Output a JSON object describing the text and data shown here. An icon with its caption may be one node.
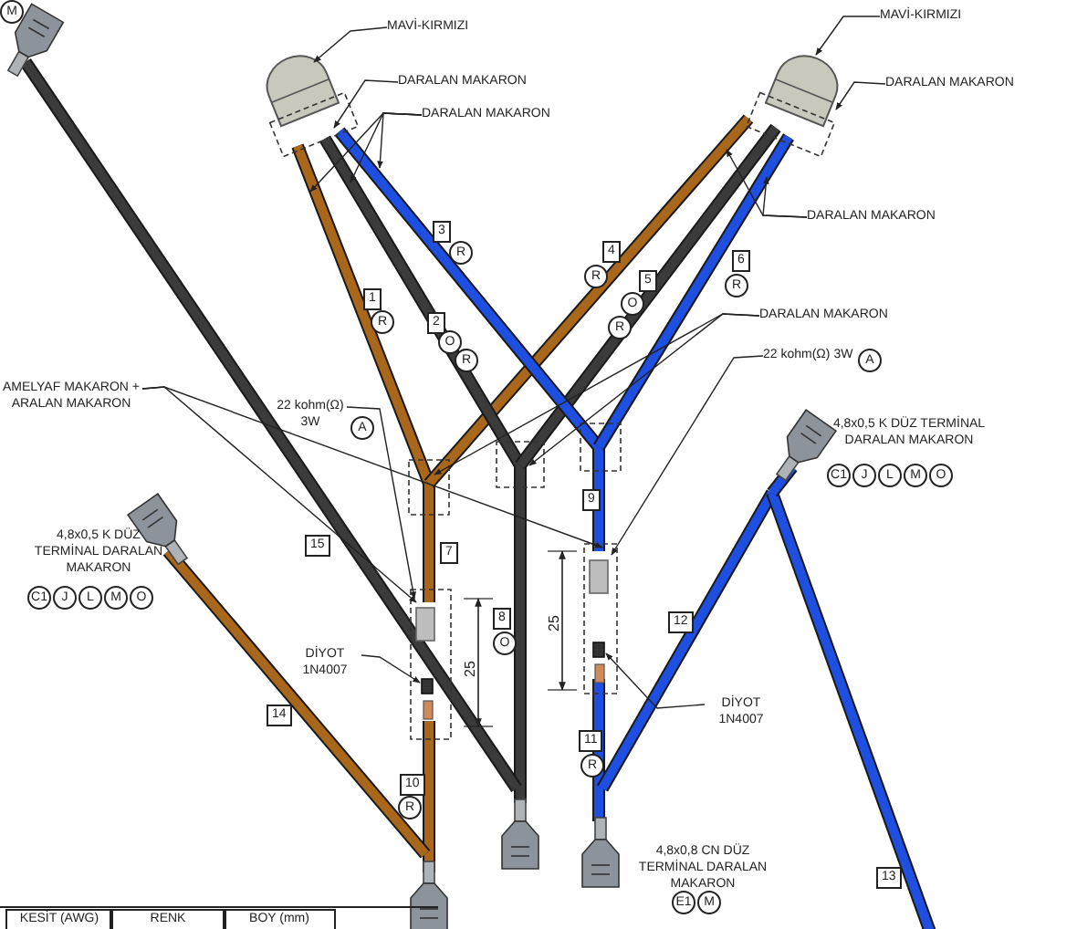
{
  "diagram": {
    "nodes": [
      {
        "text": [
          "MAVİ-KIRMIZI"
        ]
      },
      {
        "text": [
          "DARALAN MAKARON"
        ]
      },
      {
        "text": [
          "DARALAN MAKARON"
        ]
      },
      {
        "text": [
          "MAVİ-KIRMIZI"
        ]
      },
      {
        "text": [
          "DARALAN MAKARON"
        ]
      },
      {
        "text": [
          "DARALAN MAKARON"
        ]
      },
      {
        "text": [
          "DARALAN MAKARON"
        ]
      },
      {
        "text": [
          "22 kohm(Ω) 3W"
        ]
      },
      {
        "text": [
          "AMELYAF MAKARON + ARALAN MAKARON"
        ]
      },
      {
        "text": [
          "22 kohm(Ω) 3W"
        ]
      },
      {
        "text": [
          "DİYOT 1N4007"
        ]
      },
      {
        "text": [
          "DİYOT 1N4007"
        ]
      }
    ],
    "edges": [
      {
        "from": 0,
        "to": null,
        "arrow": "to"
      },
      {
        "from": 1,
        "to": null,
        "arrow": "to"
      },
      {
        "from": 2,
        "to": null,
        "arrow": "to"
      },
      {
        "from": 2,
        "to": null,
        "arrow": "to"
      },
      {
        "from": 2,
        "to": null,
        "arrow": "to"
      },
      {
        "from": 3,
        "to": null,
        "arrow": "to"
      },
      {
        "from": 4,
        "to": null,
        "arrow": "to"
      },
      {
        "from": 5,
        "to": null,
        "arrow": "to"
      },
      {
        "from": 5,
        "to": null,
        "arrow": "to"
      },
      {
        "from": 6,
        "to": null,
        "arrow": "to"
      },
      {
        "from": 6,
        "to": null,
        "arrow": "to"
      },
      {
        "from": 7,
        "to": null,
        "arrow": "to"
      },
      {
        "from": 8,
        "to": null,
        "arrow": "to"
      },
      {
        "from": 8,
        "to": null,
        "arrow": "to"
      },
      {
        "from": 9,
        "to": null,
        "arrow": "to"
      },
      {
        "from": 10,
        "to": null,
        "arrow": "to"
      },
      {
        "from": 11,
        "to": null,
        "arrow": "to"
      }
    ],
    "labels": [
      "M",
      "3",
      "R",
      "4",
      "6",
      "R",
      "5",
      "R",
      "1",
      "O",
      "R",
      "2",
      "R",
      "O",
      "R",
      "A",
      "A",
      "4,8x0,5 K DÜZ TERMİNAL DARALAN MAKARON",
      "C1",
      "J",
      "L",
      "M",
      "O",
      "9",
      "4,8x0,5 K DÜZ TERMİNAL DARALAN MAKARON",
      "15",
      "7",
      "C1",
      "J",
      "L",
      "M",
      "O",
      "8",
      "12",
      "O",
      "25",
      "25",
      "14",
      "11",
      "R",
      "10",
      "R",
      "4,8x0,8 CN DÜZ TERMİNAL DARALAN MAKARON",
      "13",
      "E1",
      "M",
      "KESİT (AWG)",
      "RENK",
      "BOY (mm)"
    ]
  }
}
